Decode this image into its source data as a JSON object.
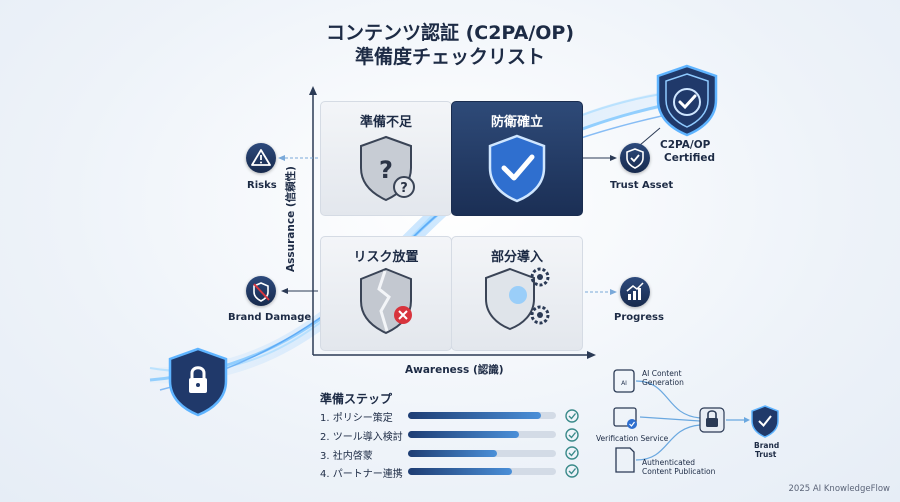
{
  "title": {
    "line1": "コンテンツ認証 (C2PA/OP)",
    "line2": "準備度チェックリスト"
  },
  "axes": {
    "y_label": "Assurance (信頼性)",
    "x_label": "Awareness (認識)"
  },
  "quadrants": {
    "top_left": "準備不足",
    "top_right": "防衛確立",
    "bottom_left": "リスク放置",
    "bottom_right": "部分導入"
  },
  "outcomes": {
    "risks": "Risks",
    "brand_damage": "Brand Damage",
    "trust_asset": "Trust Asset",
    "progress": "Progress",
    "certified_line1": "C2PA/OP",
    "certified_line2": "Certified"
  },
  "steps": {
    "title": "準備ステップ",
    "items": [
      {
        "label": "1. ポリシー策定",
        "progress": 0.9
      },
      {
        "label": "2. ツール導入検討",
        "progress": 0.75
      },
      {
        "label": "3. 社内啓蒙",
        "progress": 0.6
      },
      {
        "label": "4. パートナー連携",
        "progress": 0.7
      }
    ]
  },
  "flow": {
    "ai_line1": "AI Content",
    "ai_line2": "Generation",
    "verification": "Verification Service",
    "auth_line1": "Authenticated",
    "auth_line2": "Content Publication",
    "brand_line1": "Brand",
    "brand_line2": "Trust"
  },
  "copyright": "2025 AI KnowledgeFlow",
  "colors": {
    "navy": "#1d2b45",
    "accent": "#2f6fcf",
    "danger": "#d8343d",
    "check": "#3a8a8a"
  },
  "icons": [
    "warning-icon",
    "broken-shield-icon",
    "shield-check-icon",
    "growth-chart-icon",
    "lock-icon",
    "gear-icon",
    "question-icon"
  ]
}
